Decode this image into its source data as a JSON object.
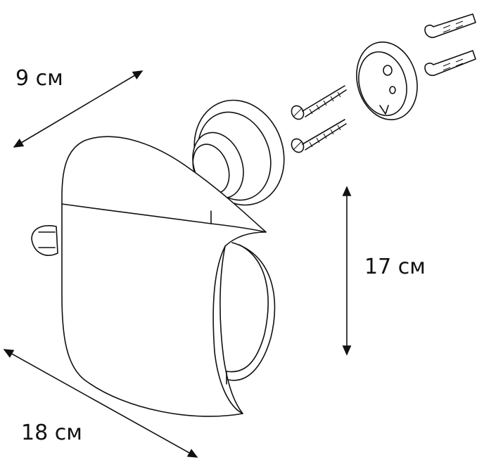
{
  "dimensions": {
    "depth": "9 см",
    "height": "17 см",
    "width": "18 см"
  }
}
